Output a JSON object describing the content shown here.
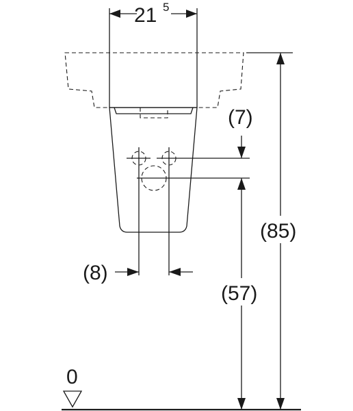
{
  "dimensions": {
    "width_main": "21",
    "width_sup": "5",
    "depth_top": "(7)",
    "total_height": "(85)",
    "pipe_height": "(57)",
    "pipe_spacing": "(8)",
    "floor_level": "0"
  }
}
